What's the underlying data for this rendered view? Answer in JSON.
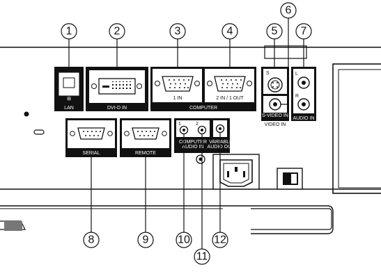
{
  "labels": {
    "lan": "LAN",
    "dvi": "DVI-D IN",
    "in1": "1 IN",
    "in2out": "2 IN / 1 OUT",
    "computer": "COMPUTER",
    "s_letter": "S",
    "l_letter": "L",
    "r_letter": "R",
    "svideo_in": "S-VIDEO IN",
    "video_in": "VIDEO IN",
    "audio_in": "AUDIO IN",
    "serial": "SERIAL",
    "remote": "REMOTE",
    "one": "1",
    "two": "2",
    "computer_audio_1": "COMPUTER",
    "computer_audio_2": "AUDIO IN",
    "variable_1": "VARIABLE",
    "variable_2": "AUDIO OUT"
  },
  "callouts": [
    "1",
    "2",
    "3",
    "4",
    "5",
    "6",
    "7",
    "8",
    "9",
    "10",
    "11",
    "12"
  ],
  "colors": {
    "line": "#111111",
    "panel": "#ffffff",
    "dark": "#1a1a1a",
    "gray": "#cfcfcf"
  }
}
